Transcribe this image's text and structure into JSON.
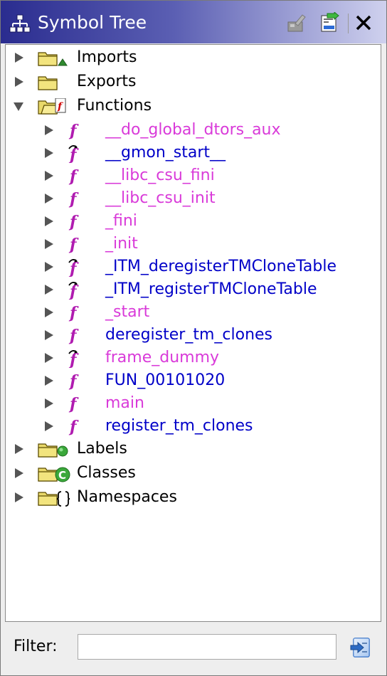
{
  "window": {
    "title": "Symbol Tree",
    "toolbar": [
      {
        "name": "create-namespace-icon",
        "enabled": false
      },
      {
        "name": "navigate-on-incoming-icon",
        "enabled": true
      },
      {
        "name": "close-icon",
        "enabled": true
      }
    ]
  },
  "tree": {
    "categories_top": [
      {
        "label": "Imports",
        "expanded": false,
        "icon": "imports-folder-icon"
      },
      {
        "label": "Exports",
        "expanded": false,
        "icon": "exports-folder-icon"
      },
      {
        "label": "Functions",
        "expanded": true,
        "icon": "functions-folder-icon"
      }
    ],
    "functions": [
      {
        "label": "__do_global_dtors_aux",
        "color": "#d93ad9",
        "thunk": false
      },
      {
        "label": "__gmon_start__",
        "color": "#0000c8",
        "thunk": true
      },
      {
        "label": "__libc_csu_fini",
        "color": "#d93ad9",
        "thunk": false
      },
      {
        "label": "__libc_csu_init",
        "color": "#d93ad9",
        "thunk": false
      },
      {
        "label": "_fini",
        "color": "#d93ad9",
        "thunk": false
      },
      {
        "label": "_init",
        "color": "#d93ad9",
        "thunk": false
      },
      {
        "label": "_ITM_deregisterTMCloneTable",
        "color": "#0000c8",
        "thunk": true
      },
      {
        "label": "_ITM_registerTMCloneTable",
        "color": "#0000c8",
        "thunk": true
      },
      {
        "label": "_start",
        "color": "#d93ad9",
        "thunk": false
      },
      {
        "label": "deregister_tm_clones",
        "color": "#0000c8",
        "thunk": false
      },
      {
        "label": "frame_dummy",
        "color": "#d93ad9",
        "thunk": true
      },
      {
        "label": "FUN_00101020",
        "color": "#0000c8",
        "thunk": false
      },
      {
        "label": "main",
        "color": "#d93ad9",
        "thunk": false
      },
      {
        "label": "register_tm_clones",
        "color": "#0000c8",
        "thunk": false
      }
    ],
    "categories_bottom": [
      {
        "label": "Labels",
        "expanded": false,
        "icon": "labels-folder-icon"
      },
      {
        "label": "Classes",
        "expanded": false,
        "icon": "classes-folder-icon"
      },
      {
        "label": "Namespaces",
        "expanded": false,
        "icon": "namespaces-folder-icon"
      }
    ]
  },
  "filter": {
    "label": "Filter:",
    "value": "",
    "placeholder": ""
  },
  "colors": {
    "external_function": "#0000c8",
    "local_function": "#d93ad9",
    "function_icon": "#b01cb0",
    "titlebar_start": "#2a2c8f",
    "titlebar_end": "#cfd1ee"
  }
}
